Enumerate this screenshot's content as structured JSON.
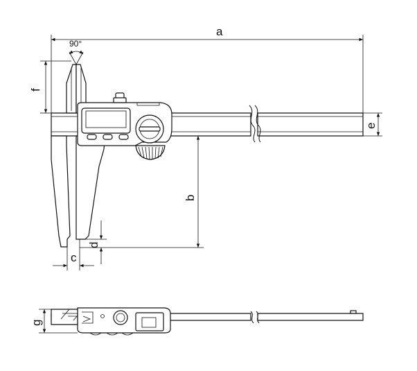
{
  "figure": {
    "angle_label": "90°",
    "dimensions": {
      "a": "a",
      "b": "b",
      "c": "c",
      "d": "d",
      "e": "e",
      "f": "f",
      "g": "g"
    }
  }
}
